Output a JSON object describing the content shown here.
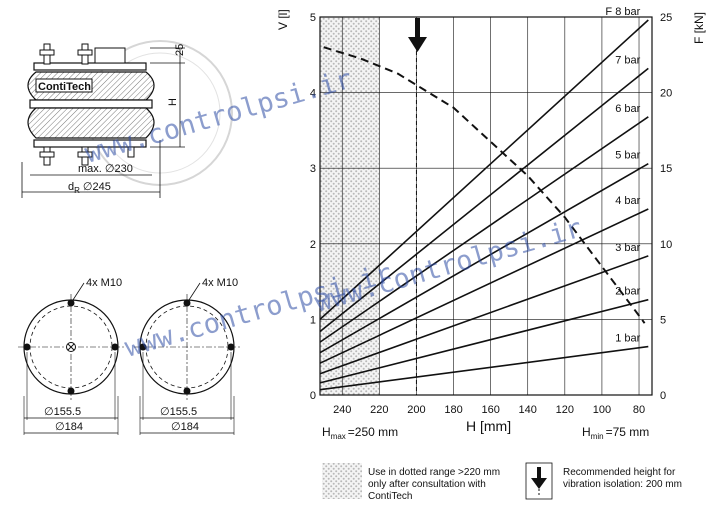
{
  "drawing": {
    "dim_25": "25",
    "dim_H": "H",
    "max_diameter": "max. ∅230",
    "dR_label": "d",
    "dR_sub": "R",
    "dR_value": "∅245",
    "bolt_label_left": "4x M10",
    "bolt_label_right": "4x M10",
    "pcd_left": "∅155.5",
    "od_left": "∅184",
    "pcd_right": "∅155.5",
    "od_right": "∅184",
    "brand": "ContiTech"
  },
  "watermark": {
    "text_top": "www.controlpsi.ir",
    "text_mid": "www.controlpsi.ir",
    "text_bottom": "www.controlpsi.ir"
  },
  "chart_data": {
    "type": "line",
    "xlabel": "H [mm]",
    "y_left_label": "V [l]",
    "y_right_label": "F [kN]",
    "xlim": [
      252,
      73
    ],
    "x_reversed": true,
    "x_ticks": [
      240,
      220,
      200,
      180,
      160,
      140,
      120,
      100,
      80
    ],
    "y_left_ticks": [
      0,
      1,
      2,
      3,
      4,
      5
    ],
    "y_left_lim": [
      0,
      5
    ],
    "y_right_ticks": [
      0,
      5,
      10,
      15,
      20,
      25
    ],
    "y_right_lim": [
      0,
      25
    ],
    "grid": true,
    "h_max": "H",
    "h_max_sub": "max",
    "h_max_value": "=250 mm",
    "h_min": "H",
    "h_min_sub": "min",
    "h_min_value": "=75 mm",
    "dotted_range": [
      252,
      220
    ],
    "recommended_height": 200,
    "series": [
      {
        "name": "1 bar",
        "axis": "F",
        "x": [
          252,
          75
        ],
        "values": [
          0.35,
          3.2
        ]
      },
      {
        "name": "2 bar",
        "axis": "F",
        "x": [
          252,
          75
        ],
        "values": [
          0.8,
          6.3
        ]
      },
      {
        "name": "3 bar",
        "axis": "F",
        "x": [
          252,
          75
        ],
        "values": [
          1.4,
          9.2
        ]
      },
      {
        "name": "4 bar",
        "axis": "F",
        "x": [
          252,
          75
        ],
        "values": [
          2.1,
          12.3
        ]
      },
      {
        "name": "5 bar",
        "axis": "F",
        "x": [
          252,
          75
        ],
        "values": [
          2.8,
          15.3
        ]
      },
      {
        "name": "6 bar",
        "axis": "F",
        "x": [
          252,
          75
        ],
        "values": [
          3.5,
          18.4
        ]
      },
      {
        "name": "7 bar",
        "axis": "F",
        "x": [
          252,
          75
        ],
        "values": [
          4.2,
          21.6
        ]
      },
      {
        "name": "F 8 bar",
        "axis": "F",
        "x": [
          252,
          75
        ],
        "values": [
          5.0,
          24.8
        ]
      },
      {
        "axis": "V",
        "style": "dashed",
        "x": [
          250,
          230,
          210,
          200,
          180,
          160,
          140,
          120,
          100,
          80,
          77
        ],
        "values": [
          4.6,
          4.45,
          4.25,
          4.1,
          3.8,
          3.35,
          2.9,
          2.35,
          1.7,
          1.05,
          0.95
        ]
      }
    ]
  },
  "legend": {
    "dotted_text": "Use in dotted range >220 mm only after consultation with ContiTech",
    "arrow_text": "Recommended height for vibration isolation: 200 mm"
  }
}
